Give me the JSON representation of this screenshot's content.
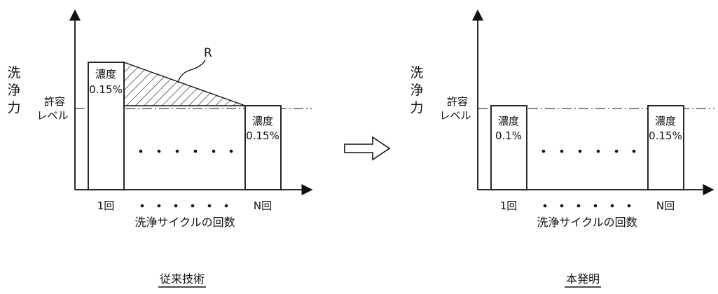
{
  "left": {
    "y_label": [
      "洗",
      "浄",
      "力"
    ],
    "threshold_label": [
      "許容",
      "レベル"
    ],
    "bar1_label": [
      "濃度",
      "0.15%"
    ],
    "bar2_label": [
      "濃度",
      "0.15%"
    ],
    "region_label": "R",
    "x_tick_first": "1回",
    "x_tick_last": "N回",
    "x_label": "洗浄サイクルの回数",
    "caption": "従来技術"
  },
  "right": {
    "y_label": [
      "洗",
      "浄",
      "力"
    ],
    "threshold_label": [
      "許容",
      "レベル"
    ],
    "bar1_label": [
      "濃度",
      "0.1%"
    ],
    "bar2_label": [
      "濃度",
      "0.15%"
    ],
    "x_tick_first": "1回",
    "x_tick_last": "N回",
    "x_label": "洗浄サイクルの回数",
    "caption": "本発明"
  }
}
